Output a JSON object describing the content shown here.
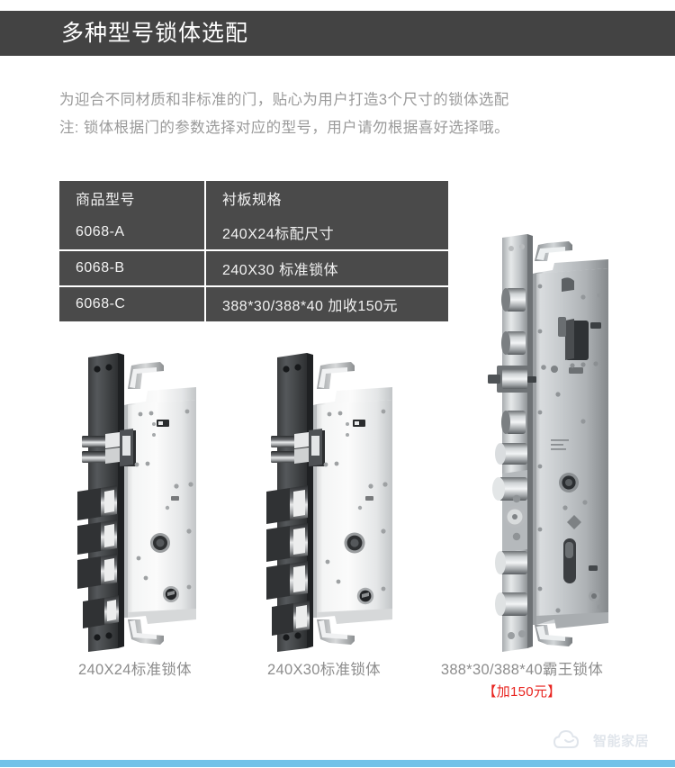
{
  "header": {
    "title": "多种型号锁体选配",
    "bar_color": "#434343"
  },
  "intro": {
    "line1": "为迎合不同材质和非标准的门，贴心为用户打造3个尺寸的锁体选配",
    "line2": "注: 锁体根据门的参数选择对应的型号，用户请勿根据喜好选择哦。"
  },
  "table": {
    "headers": [
      "商品型号",
      "衬板规格"
    ],
    "rows": [
      {
        "model": "6068-A",
        "spec": "240X24标配尺寸"
      },
      {
        "model": "6068-B",
        "spec": "240X30 标准锁体"
      },
      {
        "model": "6068-C",
        "spec": "388*30/388*40 加收150元"
      }
    ],
    "cell_color": "#4a4a4a",
    "text_color": "#f2f2f2"
  },
  "products": [
    {
      "caption": "240X24标准锁体",
      "extra": "",
      "image_name": "lock-body-240x24"
    },
    {
      "caption": "240X30标准锁体",
      "extra": "",
      "image_name": "lock-body-240x30"
    },
    {
      "caption": "388*30/388*40霸王锁体",
      "extra": "【加150元】",
      "extra_color": "#e8241f",
      "image_name": "lock-body-388-overlord"
    }
  ],
  "watermark": {
    "text": "智能家居"
  },
  "bottom_bar": {
    "color": "#72c2e8"
  }
}
